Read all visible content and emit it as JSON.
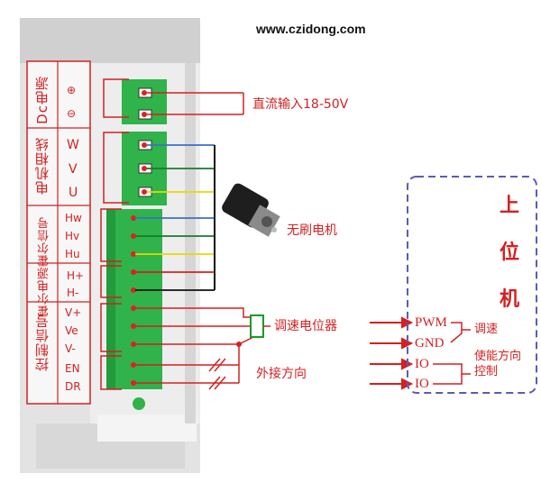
{
  "website": "www.czidong.com",
  "driver": {
    "groups": {
      "power": "Dc电源",
      "motor_phase": "电机相线",
      "hall_signal": "霍尔信号",
      "hall_power": "霍尔电源",
      "control_signal": "控制信号"
    },
    "power_pins": [
      "⊕",
      "⊖"
    ],
    "phase_pins": [
      "W",
      "V",
      "U"
    ],
    "hall_signal_pins": [
      "Hw",
      "Hv",
      "Hu"
    ],
    "hall_power_pins": [
      "H+",
      "H-"
    ],
    "control_pins": [
      "V+",
      "Ve",
      "V-",
      "EN",
      "DR"
    ]
  },
  "annotations": {
    "dc_input": "直流输入18-50V",
    "motor": "无刷电机",
    "potentiometer": "调速电位器",
    "external_direction": "外接方向"
  },
  "host": {
    "title_chars": [
      "上",
      "位",
      "机"
    ],
    "pins": [
      "PWM",
      "GND",
      "IO",
      "IO"
    ],
    "speed_label": "调速",
    "enable_dir_label": "使能方向控制"
  },
  "colors": {
    "annotation_red": "#d42020",
    "terminal_green": "#2fb34a",
    "host_border": "#5b5bb5"
  }
}
